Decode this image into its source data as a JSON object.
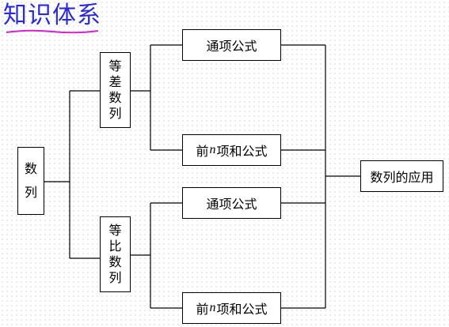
{
  "title": "知识体系",
  "colors": {
    "title": "#2b2bd6",
    "title_underline": "#d61fd6",
    "line": "#000000"
  },
  "nodes": {
    "root": [
      "数",
      "列"
    ],
    "arithmetic": [
      "等",
      "差",
      "数",
      "列"
    ],
    "geometric": [
      "等",
      "比",
      "数",
      "列"
    ],
    "arith_general": "通项公式",
    "arith_sum": {
      "prefix": "前",
      "var": "n",
      "suffix": "项和公式"
    },
    "geom_general": "通项公式",
    "geom_sum": {
      "prefix": "前",
      "var": "n",
      "suffix": "项和公式"
    },
    "application": "数列的应用"
  }
}
